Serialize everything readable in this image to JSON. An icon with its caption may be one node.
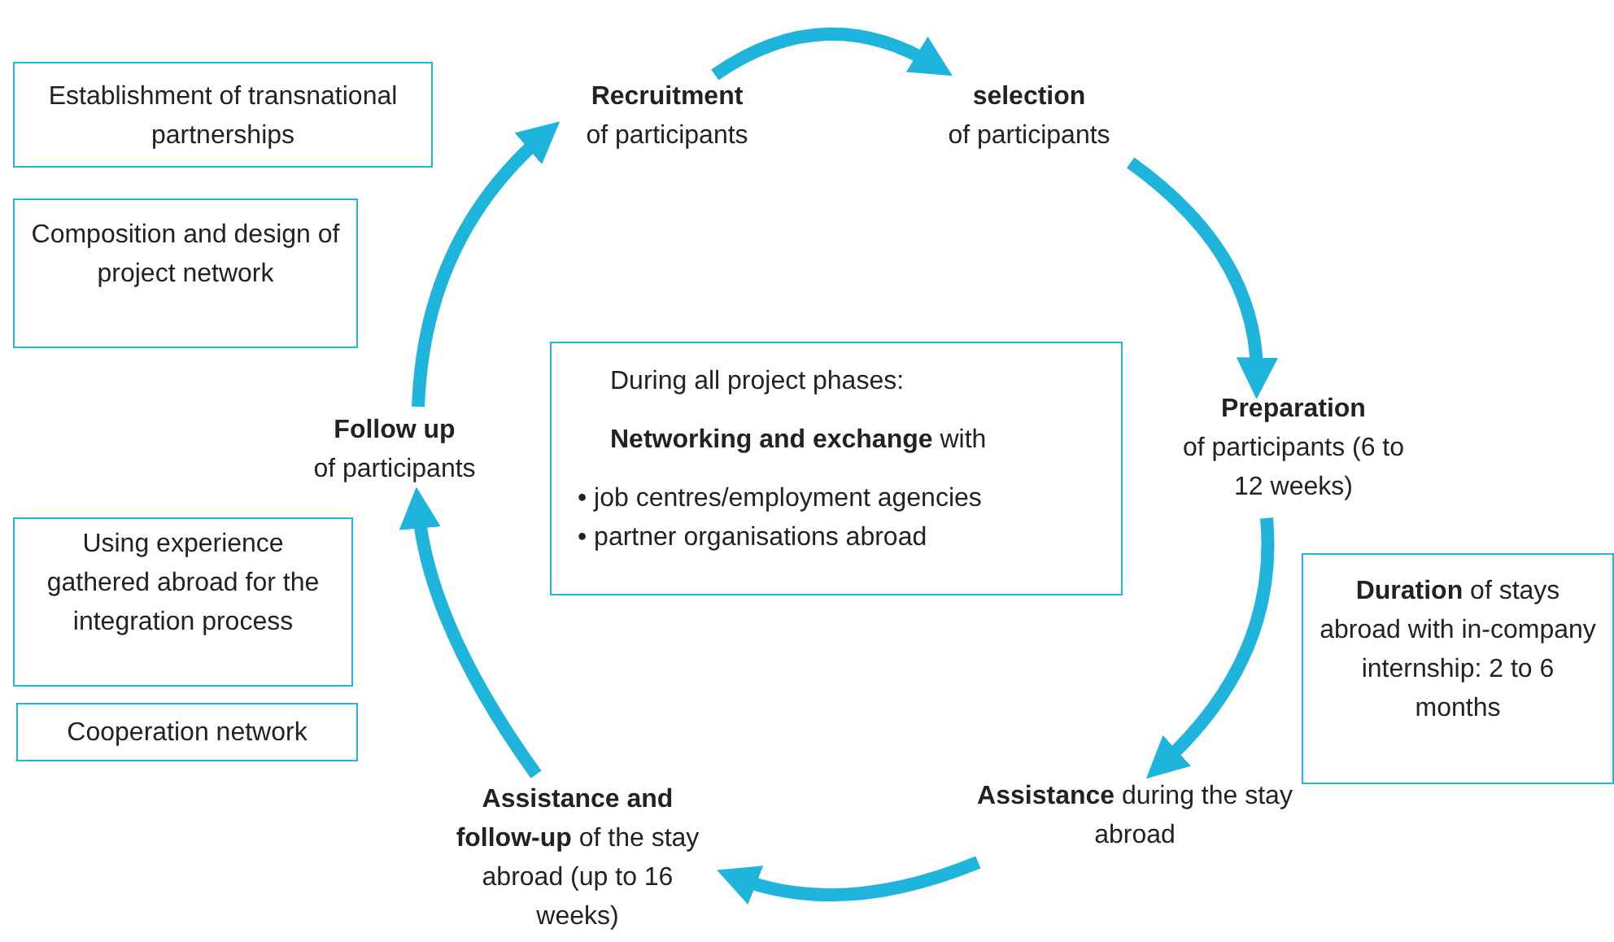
{
  "diagram": {
    "nodes": [
      {
        "text": [
          "**Recruitment** of participants"
        ]
      },
      {
        "text": [
          "**selection** of participants"
        ]
      },
      {
        "text": [
          "**Preparation** of participants (6 to 12 weeks)"
        ]
      },
      {
        "text": [
          "**Assistance** during the stay abroad"
        ]
      },
      {
        "text": [
          "**Assistance and follow-up** of the stay abroad (up to 16 weeks)"
        ]
      },
      {
        "text": [
          "**Follow up** of participants"
        ]
      },
      {
        "text": [
          "Establishment of transnational partnerships"
        ]
      },
      {
        "text": [
          "Composition and design of project network"
        ]
      },
      {
        "text": [
          "Using experience gathered abroad for the integration process"
        ]
      },
      {
        "text": [
          "Cooperation network"
        ]
      },
      {
        "text": [
          "During all project phases:",
          "**Networking and exchange** with",
          "• job centres/employment agencies",
          "• partner organisations abroad"
        ]
      },
      {
        "text": [
          "**Duration** of stays abroad with in-company internship: 2 to 6 months"
        ]
      }
    ],
    "edges": [
      {
        "from": 0,
        "to": 1,
        "arrow": "to"
      },
      {
        "from": 1,
        "to": 2,
        "arrow": "to"
      },
      {
        "from": 2,
        "to": 3,
        "arrow": "to"
      },
      {
        "from": 3,
        "to": 4,
        "arrow": "to"
      },
      {
        "from": 4,
        "to": 5,
        "arrow": "to"
      },
      {
        "from": 5,
        "to": 0,
        "arrow": "to"
      }
    ]
  }
}
